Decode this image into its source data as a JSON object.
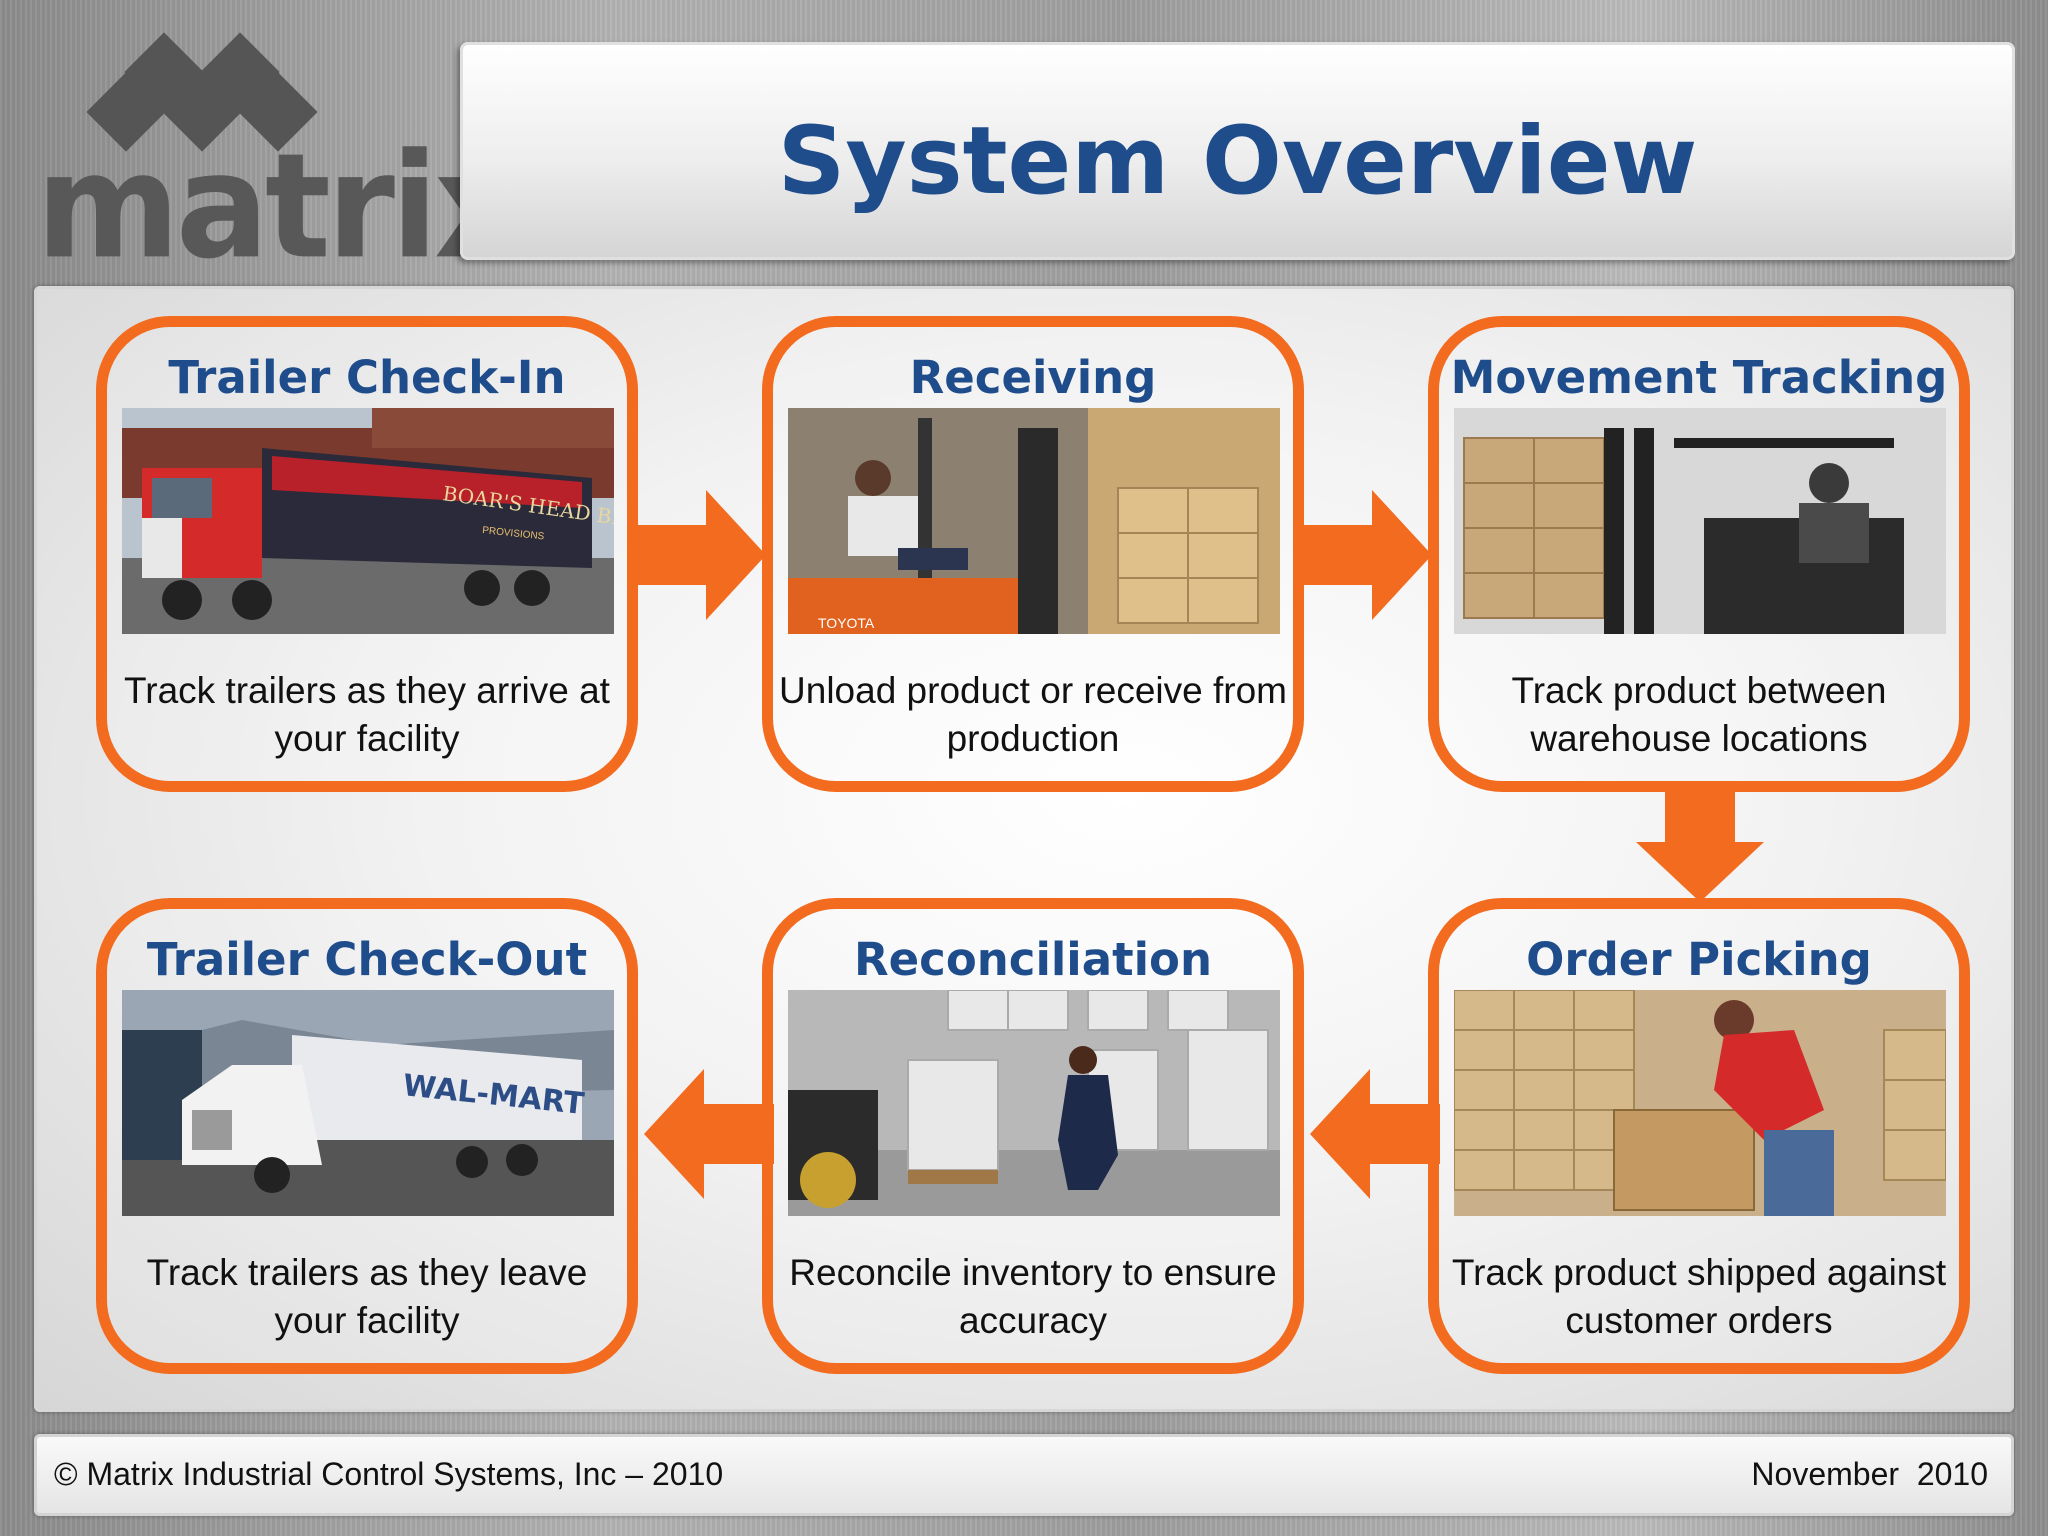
{
  "slide": {
    "title": "System Overview",
    "logo_text": "matrix"
  },
  "colors": {
    "accent_orange": "#f26b1f",
    "title_blue": "#1f4d8c"
  },
  "steps": [
    {
      "title": "Trailer Check-In",
      "description": "Track trailers as they arrive at your facility",
      "icon": "semi-truck-photo"
    },
    {
      "title": "Receiving",
      "description": "Unload product or receive from production",
      "icon": "forklift-photo"
    },
    {
      "title": "Movement Tracking",
      "description": "Track product between warehouse locations",
      "icon": "forklift-pallet-photo"
    },
    {
      "title": "Trailer Check-Out",
      "description": "Track trailers as they leave your facility",
      "icon": "semi-truck-photo"
    },
    {
      "title": "Reconciliation",
      "description": "Reconcile inventory to ensure accuracy",
      "icon": "worker-scanner-photo"
    },
    {
      "title": "Order Picking",
      "description": "Track product shipped against customer orders",
      "icon": "worker-boxes-photo"
    }
  ],
  "photo_text": {
    "trailer_in_sign": "BOAR'S HEAD BRAND",
    "trailer_in_sub": "PROVISIONS",
    "trailer_out_sign": "WAL-MART",
    "forklift_brand": "TOYOTA"
  },
  "footer": {
    "copyright": "© Matrix Industrial Control Systems, Inc – 2010",
    "date": "November  2010"
  }
}
